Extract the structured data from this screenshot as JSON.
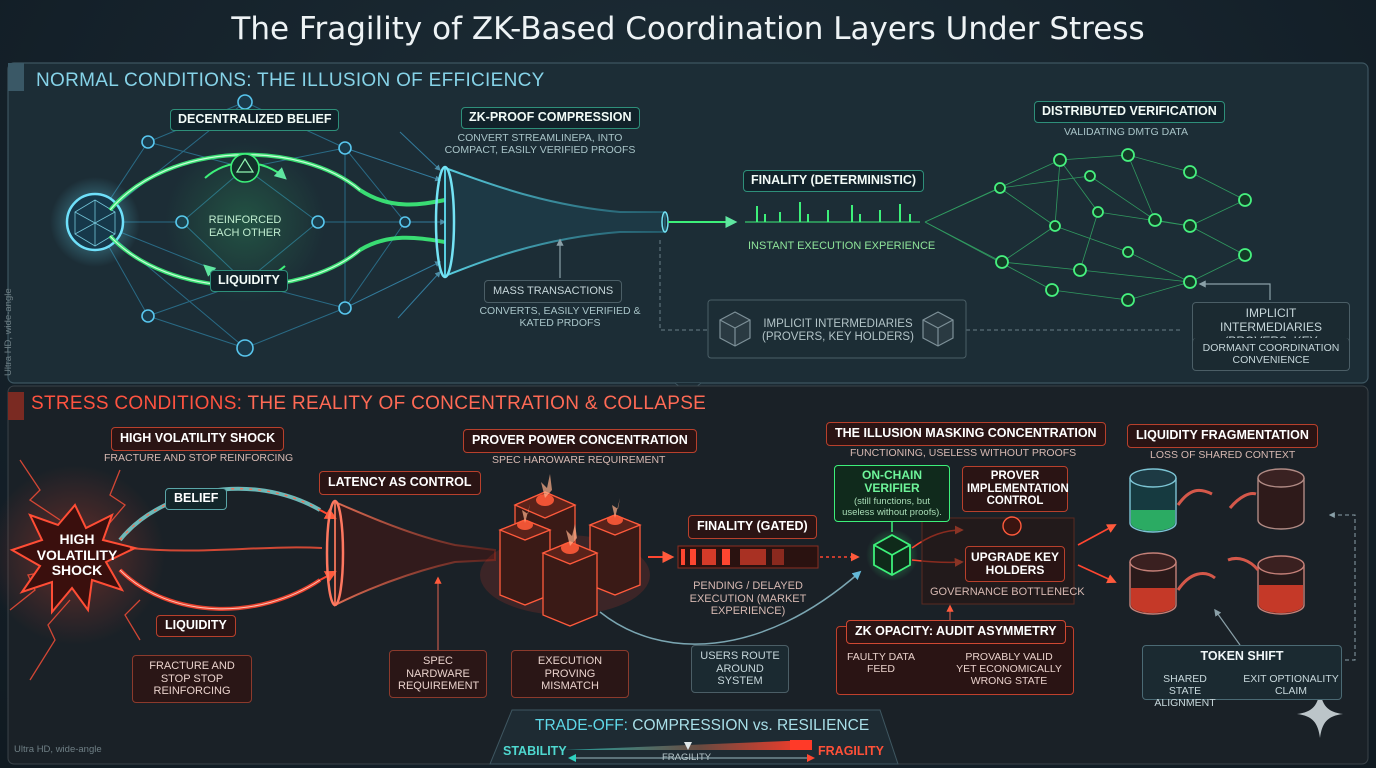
{
  "title": "The Fragility of ZK-Based Coordination Layers Under Stress",
  "watermark": "Ultra HD, wide-angle",
  "normal": {
    "heading": "NORMAL CONDITIONS: THE ILLUSION OF EFFICIENCY",
    "belief": "DECENTRALIZED BELIEF",
    "reinforced": "REINFORCED EACH OTHER",
    "liquidity": "LIQUIDITY",
    "zk_title": "ZK-PROOF COMPRESSION",
    "zk_caption": "CONVERT STREAMLINEPA, INTO COMPACT, EASILY VERIFIED PROOFS",
    "mass_tx": "MASS TRANSACTIONS",
    "mass_caption": "CONVERTS, EASILY VERIFIED & KATED PRDOFS",
    "finality": "FINALITY (DETERMINISTIC)",
    "finality_caption": "INSTANT EXECUTION EXPERIENCE",
    "dist_title": "DISTRIBUTED VERIFICATION",
    "dist_caption": "VALIDATING DMTG DATA",
    "implicit_center": "IMPLICIT INTERMEDIARIES (PROVERS, KEY HOLDERS)",
    "implicit_right": "IMPLICIT INTERMEDIARIES (PROVERS, KEY HOLDERS)",
    "dormant": "DORMANT COORDINATION CONVENIENCE"
  },
  "stress": {
    "heading_prefix": "STRESS CONDITIONS:",
    "heading_rest": " THE REALITY OF CONCENTRATION & COLLAPSE",
    "shock_title": "HIGH VOLATILITY SHOCK",
    "shock_caption": "FRACTURE AND STOP REINFORCING",
    "shock_burst": "HIGH VOLATILITY SHOCK",
    "belief": "BELIEF",
    "liquidity": "LIQUIDITY",
    "fracture": "FRACTURE AND STOP STOP REINFORCING",
    "latency": "LATENCY AS CONTROL",
    "spec_hw": "SPEC NARDWARE REQUIREMENT",
    "prover_title": "PROVER POWER CONCENTRATION",
    "prover_caption": "SPEC HAROWARE REQUIREMENT",
    "exec_mismatch": "EXECUTION PROVING MISMATCH",
    "finality_gated": "FINALITY (GATED)",
    "pending": "PENDING / DELAYED EXECUTION (MARKET EXPERIENCE)",
    "users_route": "USERS ROUTE AROUND SYSTEM",
    "masking_title": "THE ILLUSION MASKING CONCENTRATION",
    "masking_caption": "FUNCTIONING, USELESS WITHOUT PROOFS",
    "verifier_title": "ON-CHAIN VERIFIER",
    "verifier_sub": "(still functions, but useless without proofs).",
    "prover_impl": "PROVER IMPLEMENTATION CONTROL",
    "upgrade": "UPGRADE KEY HOLDERS",
    "gov": "GOVERNANCE BOTTLENECK",
    "zk_opacity": "ZK OPACITY: AUDIT ASYMMETRY",
    "faulty": "FAULTY DATA FEED",
    "provably": "PROVABLY VALID YET ECONOMICALLY WRONG STATE",
    "liq_frag": "LIQUIDITY FRAGMENTATION",
    "liq_frag_caption": "LOSS OF SHARED CONTEXT",
    "token_shift": "TOKEN SHIFT",
    "shared_state": "SHARED STATE ALIGNMENT",
    "exit_opt": "EXIT OPTIONALITY CLAIM"
  },
  "tradeoff": {
    "prefix": "TRADE-OFF:",
    "rest": " COMPRESSION vs. RESILIENCE",
    "stability": "STABILITY",
    "fragility_right": "FRAGILITY",
    "fragility_mid": "FRAGILITY"
  },
  "colors": {
    "green": "#3df07a",
    "cyan": "#63d8f0",
    "red": "#ff4630",
    "panel_top": "#1c2d36",
    "panel_bottom": "#1a2229"
  }
}
